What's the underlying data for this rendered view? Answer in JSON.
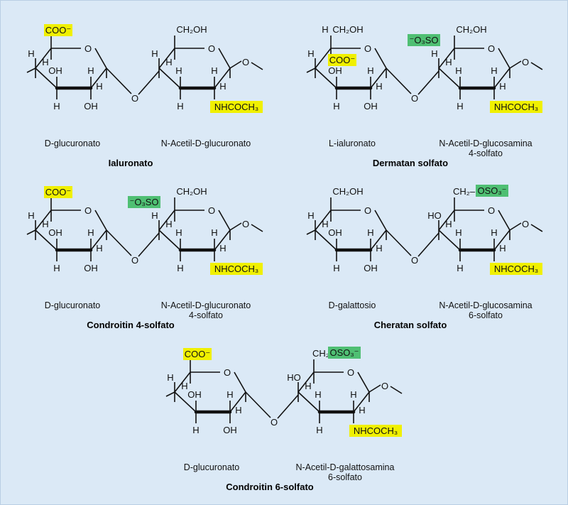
{
  "colors": {
    "background": "#dbe9f6",
    "highlight_yellow": "#f0f000",
    "highlight_green": "#4fbf73"
  },
  "atoms": {
    "O": "O",
    "H": "H",
    "OH": "OH",
    "HO": "HO"
  },
  "groups": {
    "coo": "COO⁻",
    "ch2oh": "CH₂OH",
    "nhcoch3": "NHCOCH₃",
    "o3so": "⁻O₃SO",
    "ch2_osulf_prefix": "CH₂–",
    "osulf": "OSO₃⁻",
    "ch2": "CH₂",
    "osulf_joined": "OSO₃⁻"
  },
  "panels": [
    {
      "id": "ialuronato",
      "title": "Ialuronato",
      "left_label": "D-glucuronato",
      "right_label_1": "N-Acetil-D-glucuronato",
      "right_label_2": ""
    },
    {
      "id": "dermatan",
      "title": "Dermatan solfato",
      "left_label": "L-ialuronato",
      "right_label_1": "N-Acetil-D-glucosamina",
      "right_label_2": "4-solfato"
    },
    {
      "id": "condroitin4",
      "title": "Condroitin 4-solfato",
      "left_label": "D-glucuronato",
      "right_label_1": "N-Acetil-D-glucuronato",
      "right_label_2": "4-solfato"
    },
    {
      "id": "cheratan",
      "title": "Cheratan solfato",
      "left_label": "D-galattosio",
      "right_label_1": "N-Acetil-D-glucosamina",
      "right_label_2": "6-solfato"
    },
    {
      "id": "condroitin6",
      "title": "Condroitin 6-solfato",
      "left_label": "D-glucuronato",
      "right_label_1": "N-Acetil-D-galattosamina",
      "right_label_2": "6-solfato"
    }
  ]
}
